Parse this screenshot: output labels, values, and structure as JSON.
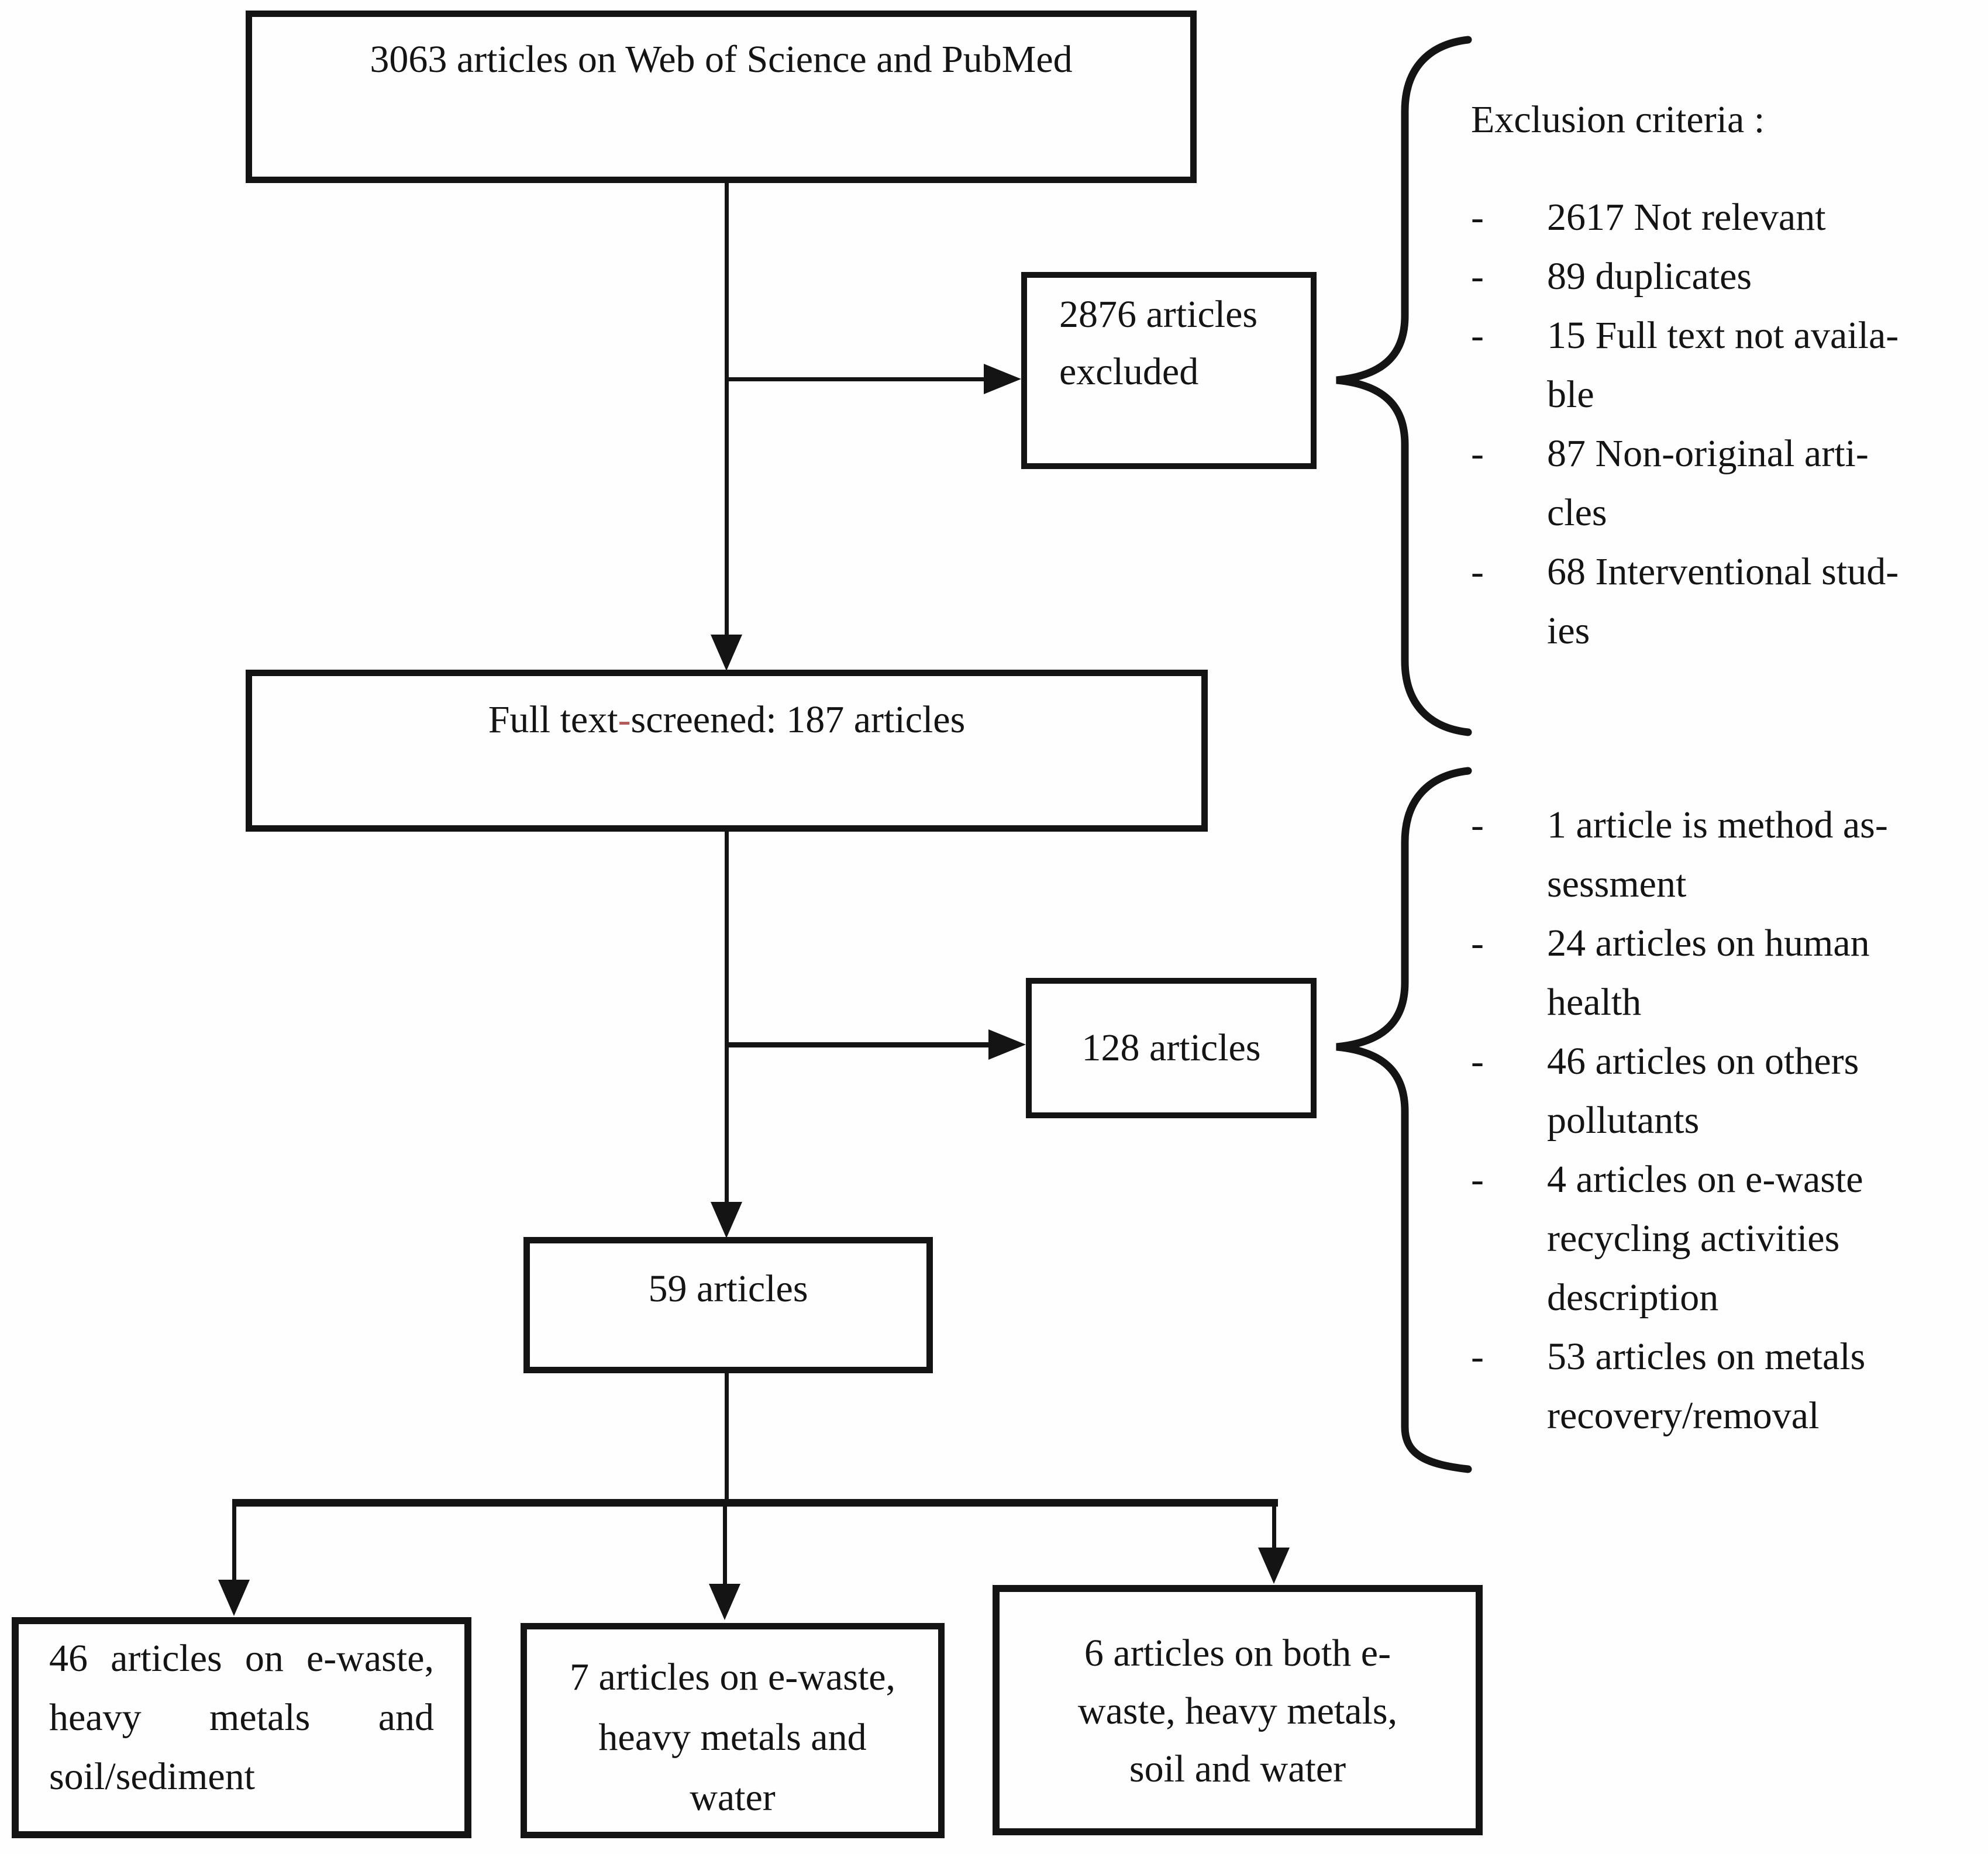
{
  "flow": {
    "top_box": {
      "text": "3063 articles on Web of Science and PubMed"
    },
    "excluded_box": {
      "lines": [
        "2876 articles",
        "excluded"
      ]
    },
    "fulltext_box": {
      "prefix": "Full text",
      "hyphen": "-",
      "suffix": "screened: 187 articles"
    },
    "articles_128_box": {
      "text": "128 articles"
    },
    "articles_59_box": {
      "text": "59 articles"
    },
    "soil_box": {
      "lines": [
        "46 articles on e-waste,",
        "heavy metals and",
        "soil/sediment"
      ]
    },
    "water_box": {
      "lines": [
        "7 articles on e-waste,",
        "heavy metals and",
        "water"
      ]
    },
    "both_box": {
      "lines": [
        "6 articles on both e-",
        "waste, heavy metals,",
        "soil and water"
      ]
    }
  },
  "exclusion_criteria": {
    "header": "Exclusion criteria :",
    "bullet": "-",
    "first_screening": [
      {
        "lines": [
          "2617 Not relevant"
        ]
      },
      {
        "lines": [
          "89 duplicates"
        ]
      },
      {
        "lines": [
          "15 Full text not availa-",
          "ble"
        ]
      },
      {
        "lines": [
          "87 Non-original arti-",
          "cles"
        ]
      },
      {
        "lines": [
          "68 Interventional stud-",
          "ies"
        ]
      }
    ],
    "second_screening": [
      {
        "lines": [
          "1 article is method as-",
          "sessment"
        ]
      },
      {
        "lines": [
          "24 articles on human",
          "health"
        ]
      },
      {
        "lines": [
          "46 articles on others",
          "pollutants"
        ]
      },
      {
        "lines": [
          "4 articles on e-waste",
          "recycling activities",
          "description"
        ]
      },
      {
        "lines": [
          "53 articles on metals",
          "recovery/removal"
        ]
      }
    ]
  },
  "colors": {
    "ink": "#141414",
    "hyphen_accent": "#b05a5a",
    "background": "#fefefe"
  }
}
